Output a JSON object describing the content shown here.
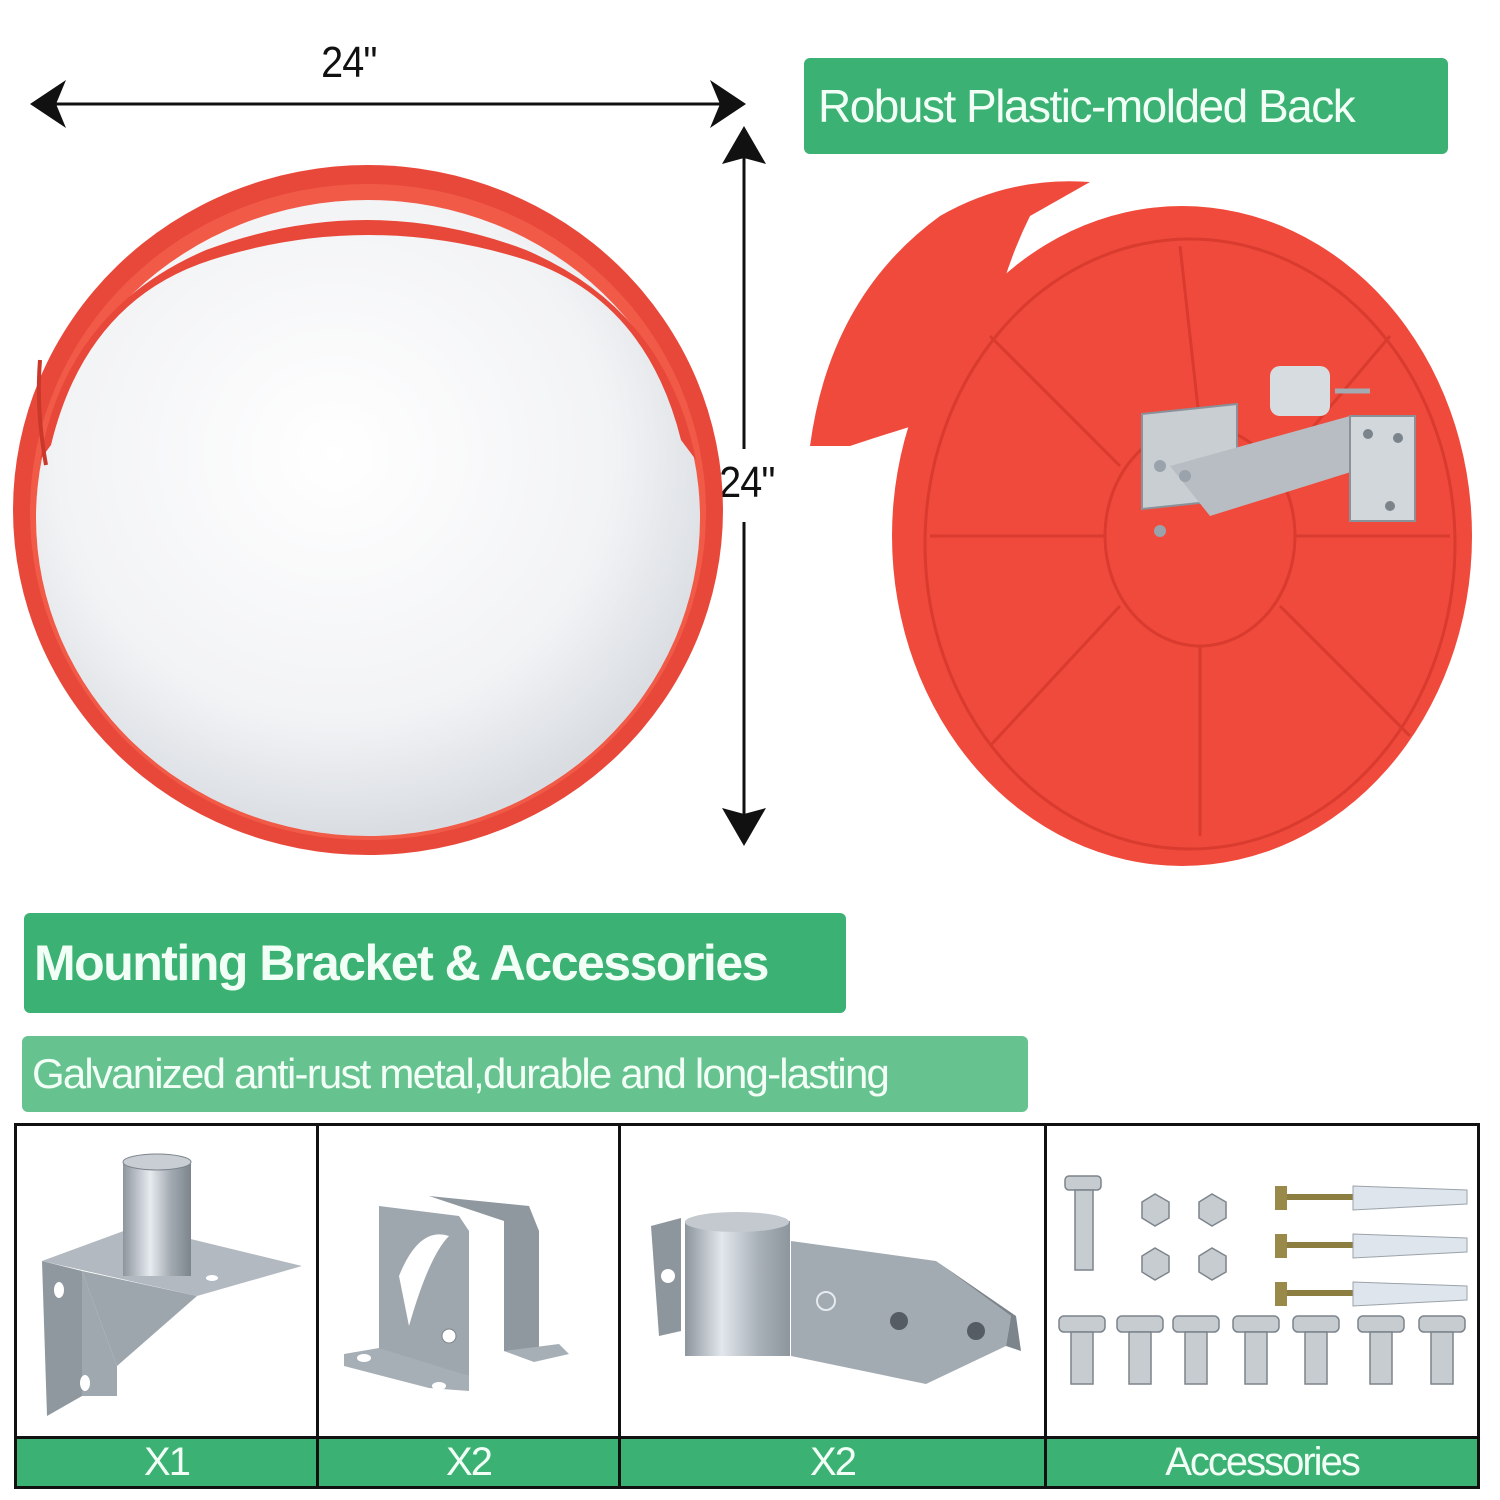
{
  "dimensions": {
    "width_label": "24\"",
    "height_label": "24\""
  },
  "banners": {
    "back_title": "Robust Plastic-molded Back",
    "accessories_title": "Mounting Bracket & Accessories",
    "accessories_subtitle": "Galvanized anti-rust metal,durable and long-lasting"
  },
  "table": {
    "columns": [
      {
        "item": "pole-mount-bracket-with-tube",
        "label": "X1"
      },
      {
        "item": "u-shaped-bracket",
        "label": "X2"
      },
      {
        "item": "pipe-clamp-bracket",
        "label": "X2"
      },
      {
        "item": "screws-nuts-anchors",
        "label": "Accessories"
      }
    ]
  },
  "colors": {
    "banner_green": "#3bb273",
    "banner_light_green": "#66c28f",
    "mirror_red": "#f04a3c",
    "metal_gray": "#9aa3ab"
  }
}
